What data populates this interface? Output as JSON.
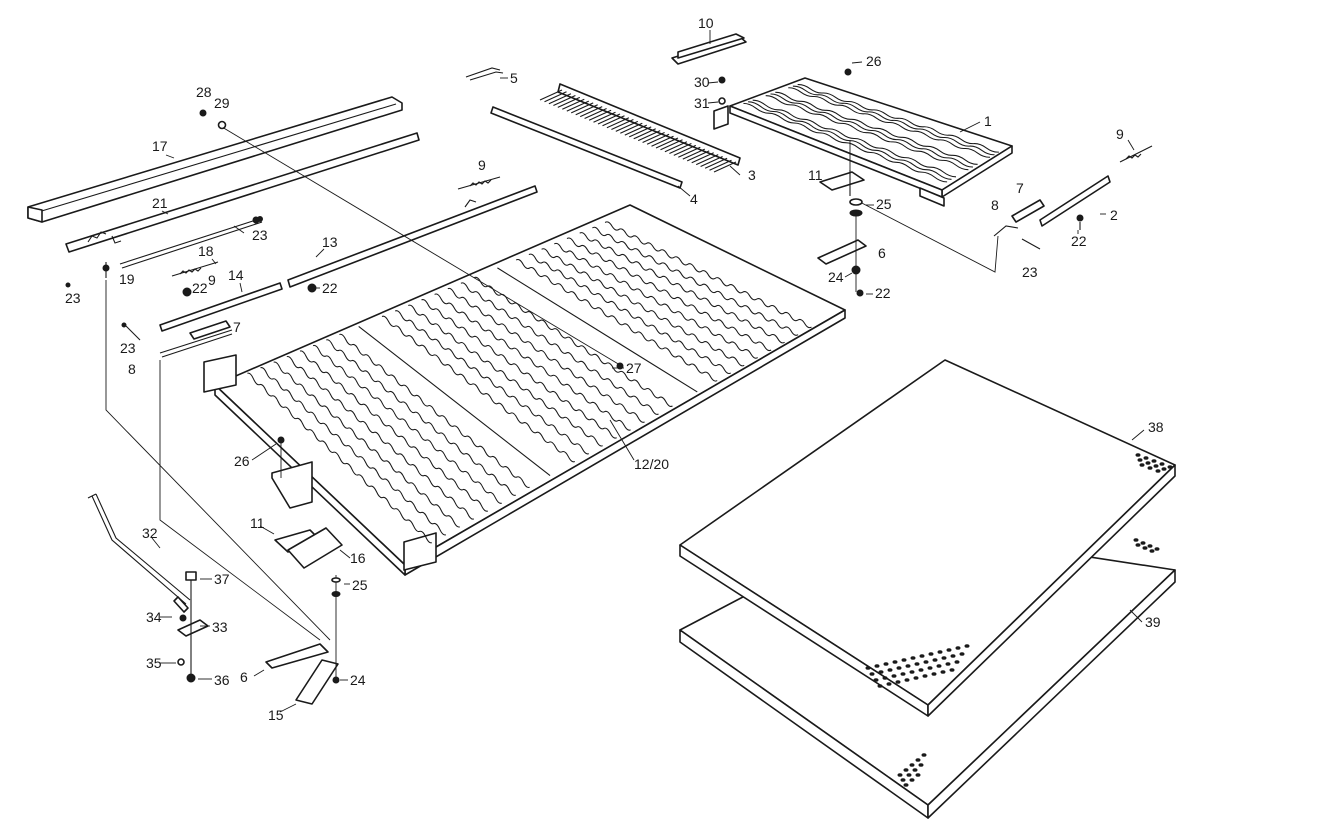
{
  "colors": {
    "ink": "#1a1a1a",
    "paper": "#ffffff"
  },
  "callouts": {
    "c1": "1",
    "c2": "2",
    "c3": "3",
    "c4": "4",
    "c5": "5",
    "c6a": "6",
    "c6b": "6",
    "c7a": "7",
    "c7b": "7",
    "c8a": "8",
    "c8b": "8",
    "c9a": "9",
    "c9b": "9",
    "c9c": "9",
    "c10": "10",
    "c11a": "11",
    "c11b": "11",
    "c12_20": "12/20",
    "c13": "13",
    "c14": "14",
    "c15": "15",
    "c16": "16",
    "c17": "17",
    "c18": "18",
    "c19": "19",
    "c21": "21",
    "c22a": "22",
    "c22b": "22",
    "c22c": "22",
    "c22d": "22",
    "c23a": "23",
    "c23b": "23",
    "c23c": "23",
    "c23d": "23",
    "c24a": "24",
    "c24b": "24",
    "c25a": "25",
    "c25b": "25",
    "c26a": "26",
    "c26b": "26",
    "c27": "27",
    "c28": "28",
    "c29": "29",
    "c30": "30",
    "c31": "31",
    "c32": "32",
    "c33": "33",
    "c34": "34",
    "c35": "35",
    "c36": "36",
    "c37": "37",
    "c38": "38",
    "c39": "39"
  }
}
